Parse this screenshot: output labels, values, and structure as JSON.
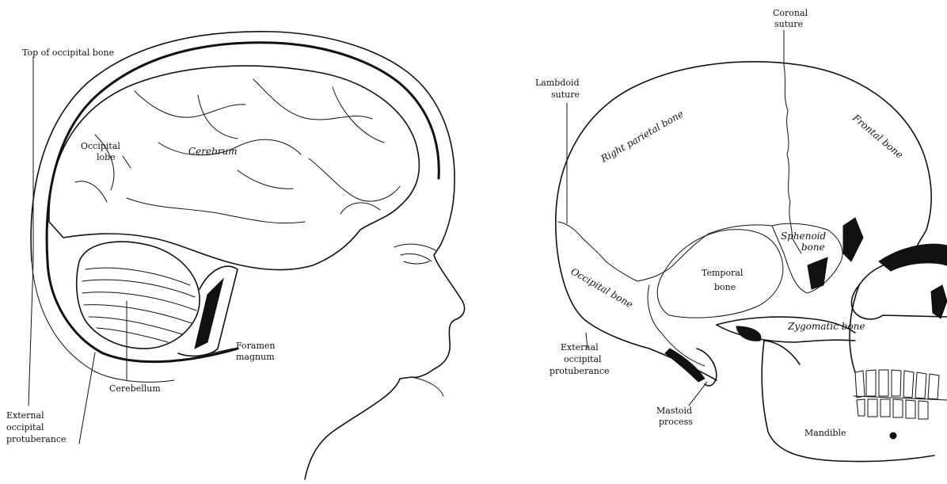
{
  "left_panel": {
    "labels": {
      "top_occipital": "Top of occipital bone",
      "occipital_lobe_1": "Occipital",
      "occipital_lobe_2": "lobe",
      "cerebrum": "Cerebrum",
      "foramen_1": "Foramen",
      "foramen_2": "magnum",
      "cerebellum": "Cerebellum",
      "ext_occ_1": "External",
      "ext_occ_2": "occipital",
      "ext_occ_3": "protuberance"
    }
  },
  "right_panel": {
    "labels": {
      "coronal_1": "Coronal",
      "coronal_2": "suture",
      "lambdoid_1": "Lambdoid",
      "lambdoid_2": "suture",
      "right_parietal": "Right parietal bone",
      "frontal": "Frontal bone",
      "sphenoid_1": "Sphenoid",
      "sphenoid_2": "bone",
      "temporal_1": "Temporal",
      "temporal_2": "bone",
      "occipital_bone": "Occipital bone",
      "zygomatic": "Zygomatic bone",
      "ext_occ_1": "External",
      "ext_occ_2": "occipital",
      "ext_occ_3": "protuberance",
      "mastoid_1": "Mastoid",
      "mastoid_2": "process",
      "mandible": "Mandible"
    }
  }
}
